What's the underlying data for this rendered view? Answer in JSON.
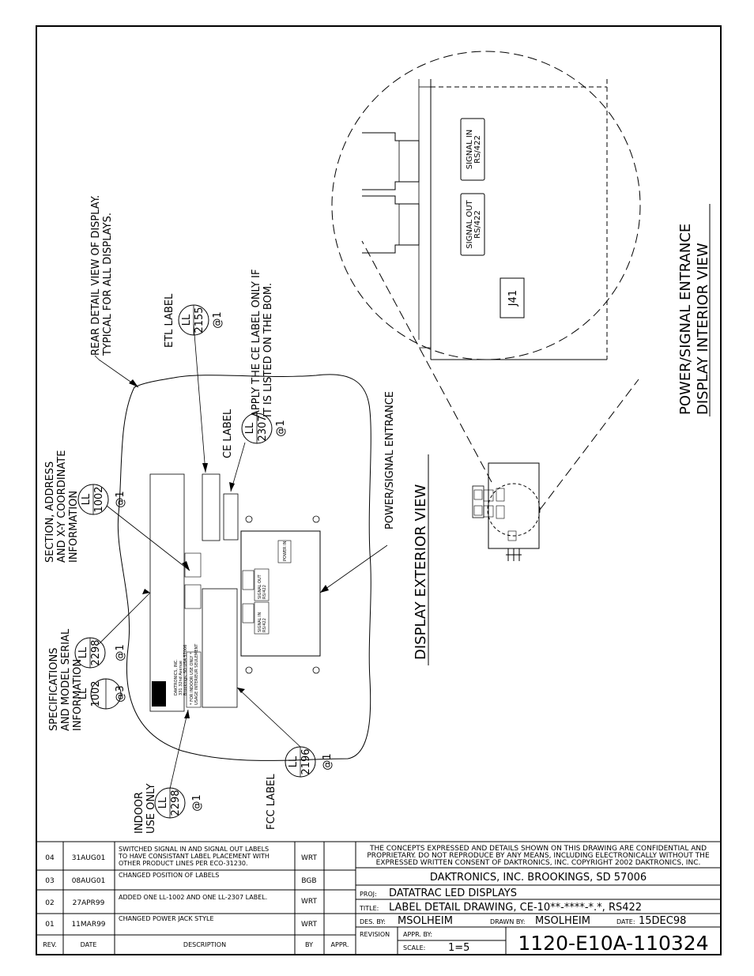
{
  "exterior_title": "DISPLAY EXTERIOR VIEW",
  "interior_title": [
    "POWER/SIGNAL ENTRANCE",
    "DISPLAY INTERIOR VIEW"
  ],
  "notes": {
    "rear_detail": [
      "REAR DETAIL VIEW OF DISPLAY.",
      "TYPICAL FOR ALL DISPLAYS."
    ],
    "etl_label": "ETL LABEL",
    "ce_label": "CE LABEL",
    "ce_apply": [
      "APPLY THE CE LABEL ONLY IF",
      "IT IS LISTED ON THE BOM."
    ],
    "section_info": [
      "SECTION, ADDRESS",
      "AND X-Y COORDINATE",
      "INFORMATION"
    ],
    "spec_info": [
      "SPECIFICATIONS",
      "AND MODEL SERIAL",
      "INFORMATION"
    ],
    "indoor": [
      "INDOOR",
      "USE ONLY"
    ],
    "fcc_label": "FCC LABEL",
    "power_signal": "POWER/SIGNAL ENTRANCE"
  },
  "bubbles": [
    {
      "id": "etl",
      "top": "LL",
      "bottom": "2155",
      "note": "@1"
    },
    {
      "id": "ce",
      "top": "LL",
      "bottom": "2307",
      "note": "@1"
    },
    {
      "id": "section",
      "top": "LL",
      "bottom": "1002",
      "note": "@1"
    },
    {
      "id": "spec-a",
      "top": "LL",
      "bottom": "2298",
      "note": "@1"
    },
    {
      "id": "spec-b",
      "top": "LL",
      "bottom": "1002",
      "note": "@3"
    },
    {
      "id": "indoor",
      "top": "LL",
      "bottom": "2298",
      "note": "@1"
    },
    {
      "id": "fcc",
      "top": "LL",
      "bottom": "2196",
      "note": "@1"
    }
  ],
  "panel": {
    "power_in": "POWER IN",
    "signal_out": [
      "SIGNAL OUT",
      "RS/422"
    ],
    "signal_in": [
      "SIGNAL IN",
      "RS/422"
    ],
    "company": [
      "DAKTRONICS, INC.",
      "331 32nd Avenue",
      "Brookings, SD USA 57006"
    ],
    "indoor_text": [
      "* FOR INDOOR USE ONLY *",
      "USAGE INTERIEUR SEULEMENT"
    ]
  },
  "interior": {
    "signal_in": [
      "SIGNAL IN",
      "RS/422"
    ],
    "signal_out": [
      "SIGNAL OUT",
      "RS/422"
    ],
    "jack": "J41"
  },
  "revisions": {
    "headers": [
      "REV.",
      "DATE",
      "DESCRIPTION",
      "BY",
      "APPR."
    ],
    "rows": [
      {
        "rev": "04",
        "date": "31AUG01",
        "desc": [
          "SWITCHED SIGNAL IN AND SIGNAL OUT LABELS",
          "TO HAVE CONSISTANT LABEL PLACEMENT WITH",
          "OTHER PRODUCT LINES PER ECO-31230."
        ],
        "by": "WRT"
      },
      {
        "rev": "03",
        "date": "08AUG01",
        "desc": [
          "CHANGED POSITION OF LABELS"
        ],
        "by": "BGB"
      },
      {
        "rev": "02",
        "date": "27APR99",
        "desc": [
          "ADDED ONE LL-1002 AND ONE LL-2307 LABEL."
        ],
        "by": "WRT"
      },
      {
        "rev": "01",
        "date": "11MAR99",
        "desc": [
          "CHANGED POWER JACK STYLE"
        ],
        "by": "WRT"
      }
    ]
  },
  "title_block": {
    "confidential": [
      "THE CONCEPTS EXPRESSED AND DETAILS SHOWN ON THIS DRAWING ARE CONFIDENTIAL AND",
      "PROPRIETARY. DO NOT REPRODUCE BY ANY MEANS, INCLUDING ELECTRONICALLY WITHOUT THE",
      "EXPRESSED WRITTEN CONSENT OF DAKTRONICS, INC.          COPYRIGHT 2002 DAKTRONICS, INC."
    ],
    "company": "DAKTRONICS, INC.   BROOKINGS, SD 57006",
    "proj_label": "PROJ:",
    "proj": "DATATRAC LED DISPLAYS",
    "title_label": "TITLE:",
    "title": "LABEL DETAIL DRAWING, CE-10**-****-*.*, RS422",
    "des_label": "DES. BY:",
    "des": "MSOLHEIM",
    "drawn_label": "DRAWN BY:",
    "drawn": "MSOLHEIM",
    "date_label": "DATE:",
    "date": "15DEC98",
    "revision_label": "REVISION",
    "appr_label": "APPR. BY:",
    "scale_label": "SCALE:",
    "scale": "1=5",
    "drawing_number": "1120-E10A-110324"
  }
}
